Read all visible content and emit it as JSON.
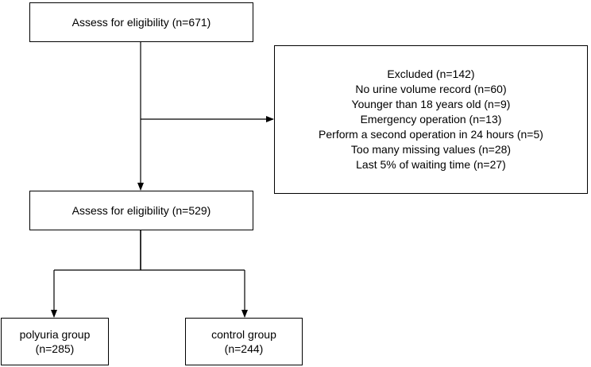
{
  "nodes": {
    "start": {
      "lines": [
        "Assess for eligibility (n=671)"
      ]
    },
    "excluded": {
      "lines": [
        "Excluded (n=142)",
        "No urine volume record (n=60)",
        "Younger than 18 years old (n=9)",
        "Emergency operation (n=13)",
        "Perform a second operation in 24 hours (n=5)",
        "Too many missing values (n=28)",
        "Last 5% of waiting time (n=27)"
      ]
    },
    "eligible": {
      "lines": [
        "Assess for eligibility (n=529)"
      ]
    },
    "polyuria": {
      "lines": [
        "polyuria group",
        "(n=285)"
      ]
    },
    "control": {
      "lines": [
        "control group",
        "(n=244)"
      ]
    }
  },
  "colors": {
    "stroke": "#000000",
    "background": "#ffffff"
  }
}
